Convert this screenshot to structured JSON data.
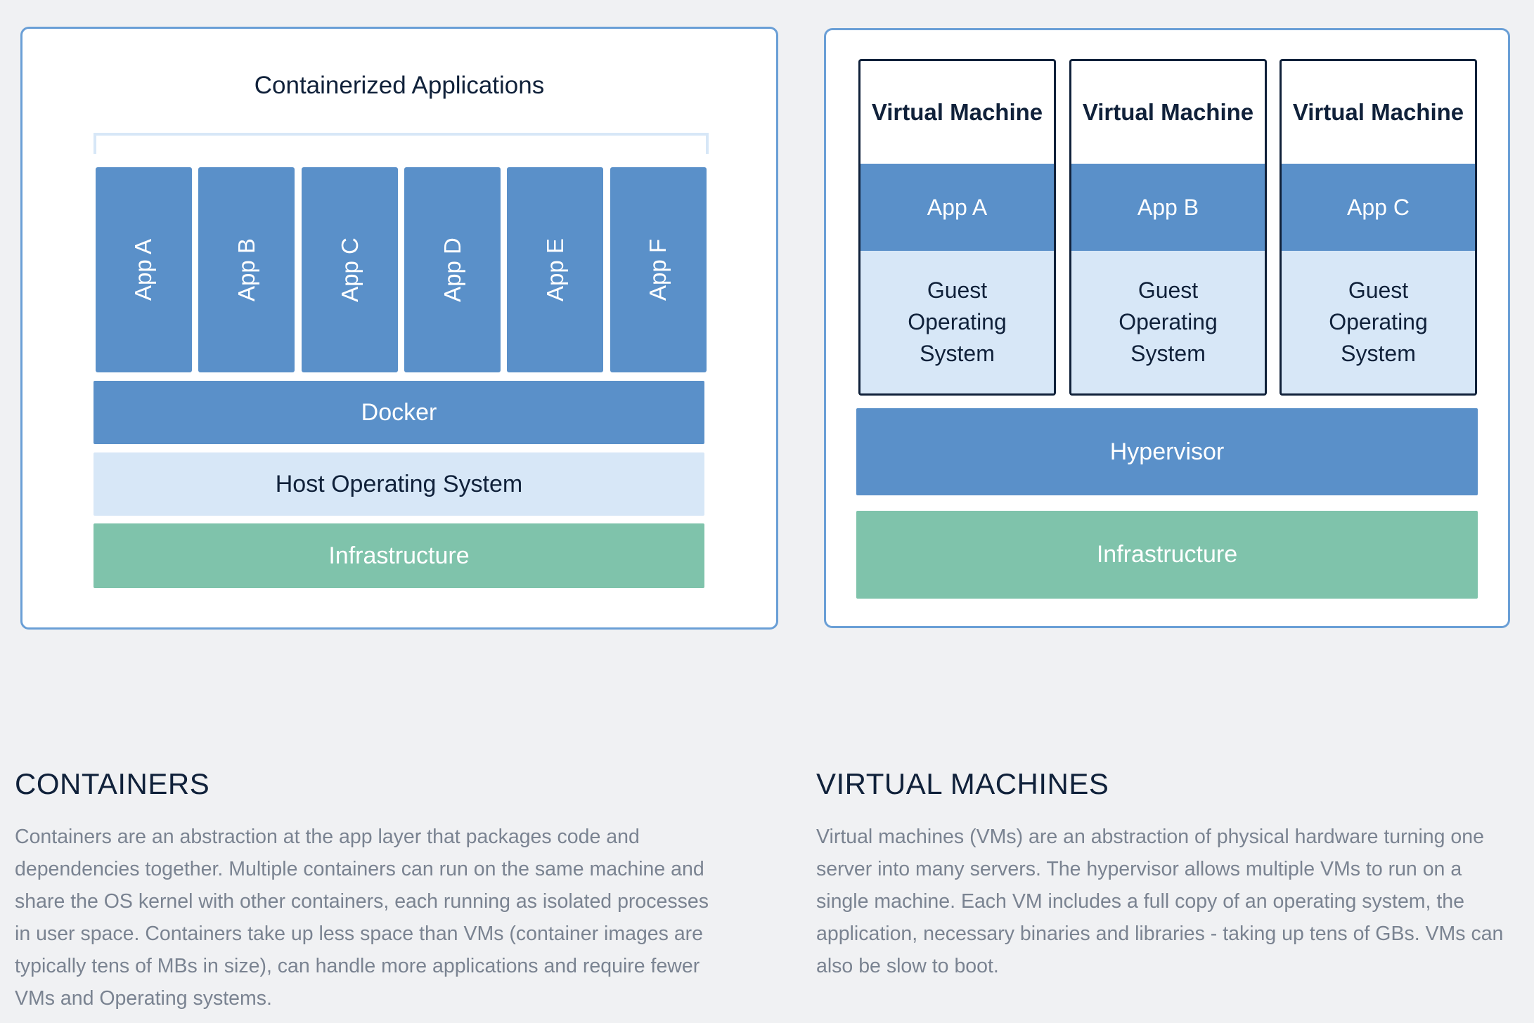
{
  "containers": {
    "panel_title": "Containerized Applications",
    "apps": [
      "App A",
      "App B",
      "App C",
      "App D",
      "App E",
      "App F"
    ],
    "docker": "Docker",
    "host_os": "Host Operating System",
    "infrastructure": "Infrastructure",
    "heading": "CONTAINERS",
    "description": "Containers are an abstraction at the app layer that packages code and dependencies together. Multiple containers can run on the same machine and share the OS kernel with other containers, each running as isolated processes in user space. Containers take up less space than VMs (container images are typically tens of MBs in size), can handle more applications and require fewer VMs and Operating systems."
  },
  "vms": {
    "machines": [
      {
        "title": "Virtual Machine",
        "app": "App A",
        "guest_os": "Guest Operating System"
      },
      {
        "title": "Virtual Machine",
        "app": "App B",
        "guest_os": "Guest Operating System"
      },
      {
        "title": "Virtual Machine",
        "app": "App C",
        "guest_os": "Guest Operating System"
      }
    ],
    "hypervisor": "Hypervisor",
    "infrastructure": "Infrastructure",
    "heading": "VIRTUAL MACHINES",
    "description": "Virtual machines (VMs) are an abstraction of physical hardware turning one server into many servers. The hypervisor allows multiple VMs to run on a single machine. Each VM includes a full copy of an operating system, the application, necessary binaries and libraries - taking up tens of GBs. VMs can also be slow to boot."
  },
  "colors": {
    "panel_border": "#6a9fd6",
    "layer_blue": "#5a90c9",
    "layer_light": "#d7e7f7",
    "layer_green": "#7fc3ab",
    "text_dark": "#10213a",
    "text_muted": "#7a8391"
  }
}
